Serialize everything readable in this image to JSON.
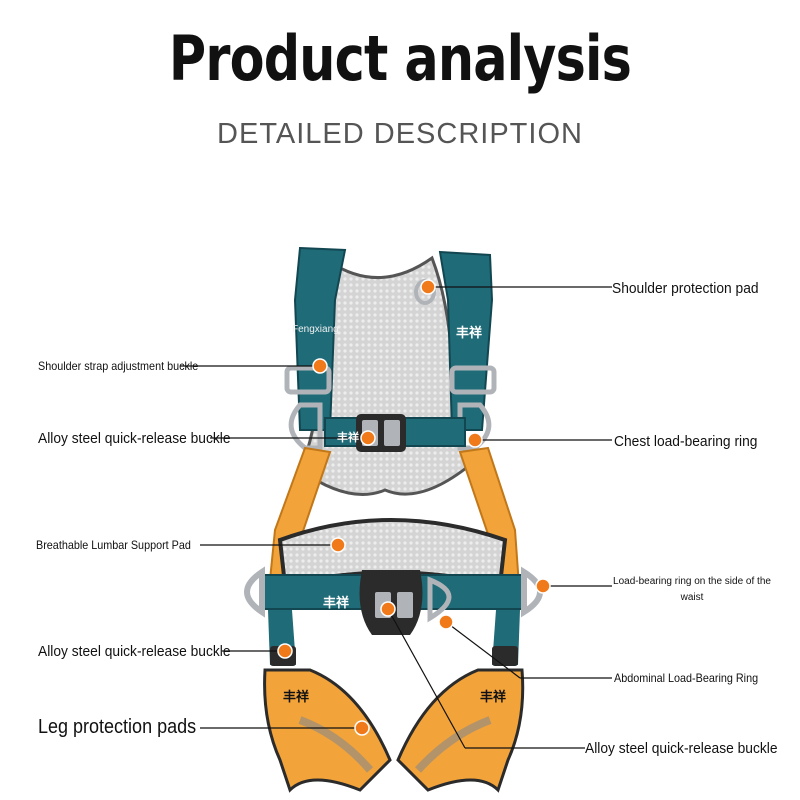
{
  "header": {
    "title": "Product analysis",
    "subtitle": "DETAILED DESCRIPTION"
  },
  "brand": {
    "left_label": "Fengxiang",
    "badge_text": "丰祥"
  },
  "callouts": {
    "shoulder_pad": "Shoulder protection pad",
    "shoulder_adjust": "Shoulder strap adjustment buckle",
    "chest_buckle": "Alloy steel quick-release buckle",
    "chest_ring": "Chest load-bearing ring",
    "lumbar_pad": "Breathable Lumbar Support Pad",
    "waist_ring_line1": "Load-bearing ring on the side of the",
    "waist_ring_line2": "waist",
    "leg_buckle": "Alloy steel quick-release buckle",
    "abdominal_ring": "Abdominal Load-Bearing Ring",
    "leg_pads": "Leg protection pads",
    "bottom_buckle": "Alloy steel quick-release buckle"
  },
  "colors": {
    "teal": "#1f6b78",
    "orange": "#f2a33a",
    "mesh": "#c8c8c8",
    "dot": "#f07a1a",
    "metal": "#b0b4b8"
  }
}
